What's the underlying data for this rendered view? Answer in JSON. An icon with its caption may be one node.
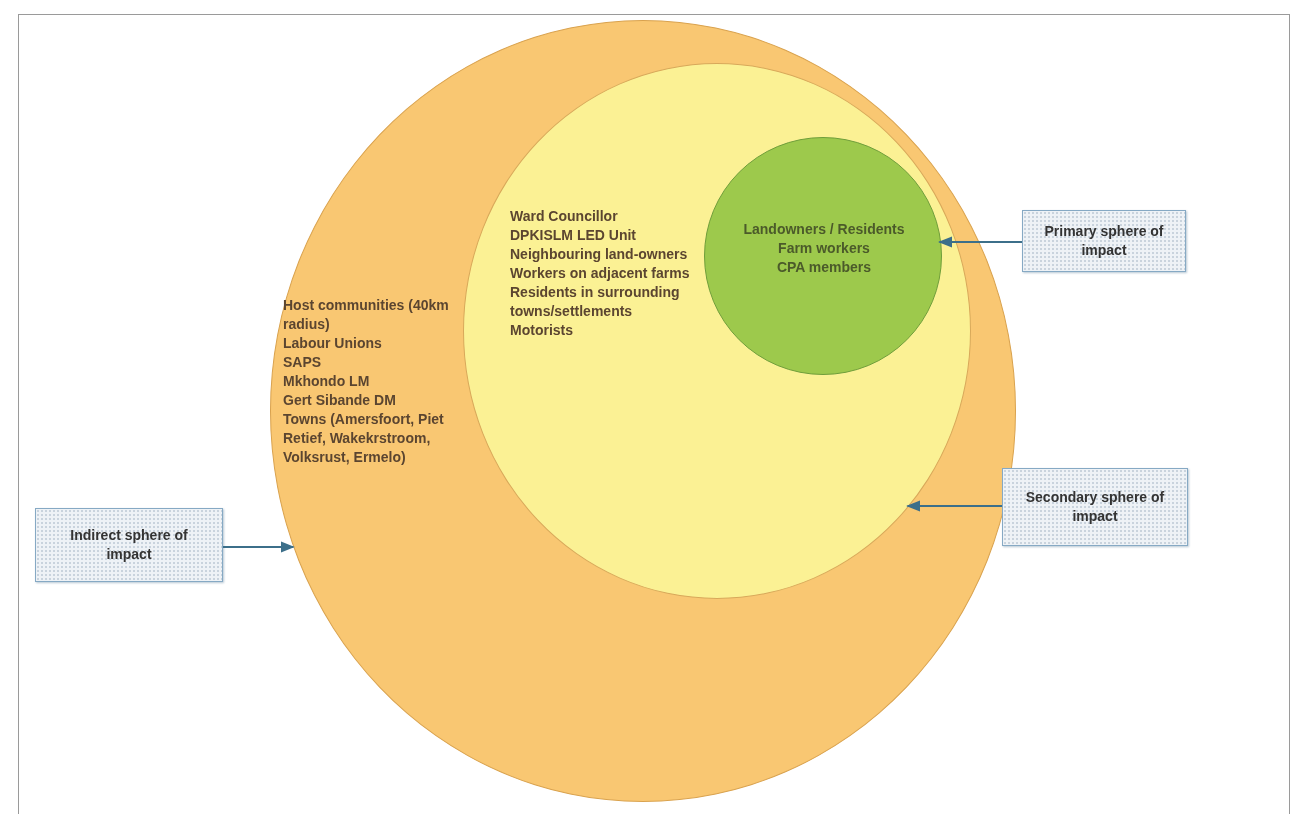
{
  "diagram": {
    "nodes": [
      {
        "text": [
          "Host communities (40km radius)",
          "Labour Unions",
          "SAPS",
          "Mkhondo LM",
          "Gert Sibande DM",
          "Towns (Amersfoort, Piet Retief, Wakekrstroom, Volksrust, Ermelo)"
        ]
      },
      {
        "text": [
          "Ward Councillor",
          "DPKISLM LED Unit",
          "Neighbouring land-owners",
          "Workers on adjacent farms",
          "Residents in surrounding towns/settlements",
          "Motorists"
        ],
        "in": 0
      },
      {
        "text": [
          "Landowners / Residents",
          "Farm workers",
          "CPA members"
        ],
        "in": 1
      },
      {
        "text": [
          "Primary sphere of impact"
        ]
      },
      {
        "text": [
          "Secondary sphere of impact"
        ]
      },
      {
        "text": [
          "Indirect sphere of impact"
        ]
      }
    ],
    "edges": [
      {
        "from": 3,
        "to": 2,
        "arrow": "to"
      },
      {
        "from": 4,
        "to": 1,
        "arrow": "to"
      },
      {
        "from": 5,
        "to": 0,
        "arrow": "to"
      }
    ]
  }
}
